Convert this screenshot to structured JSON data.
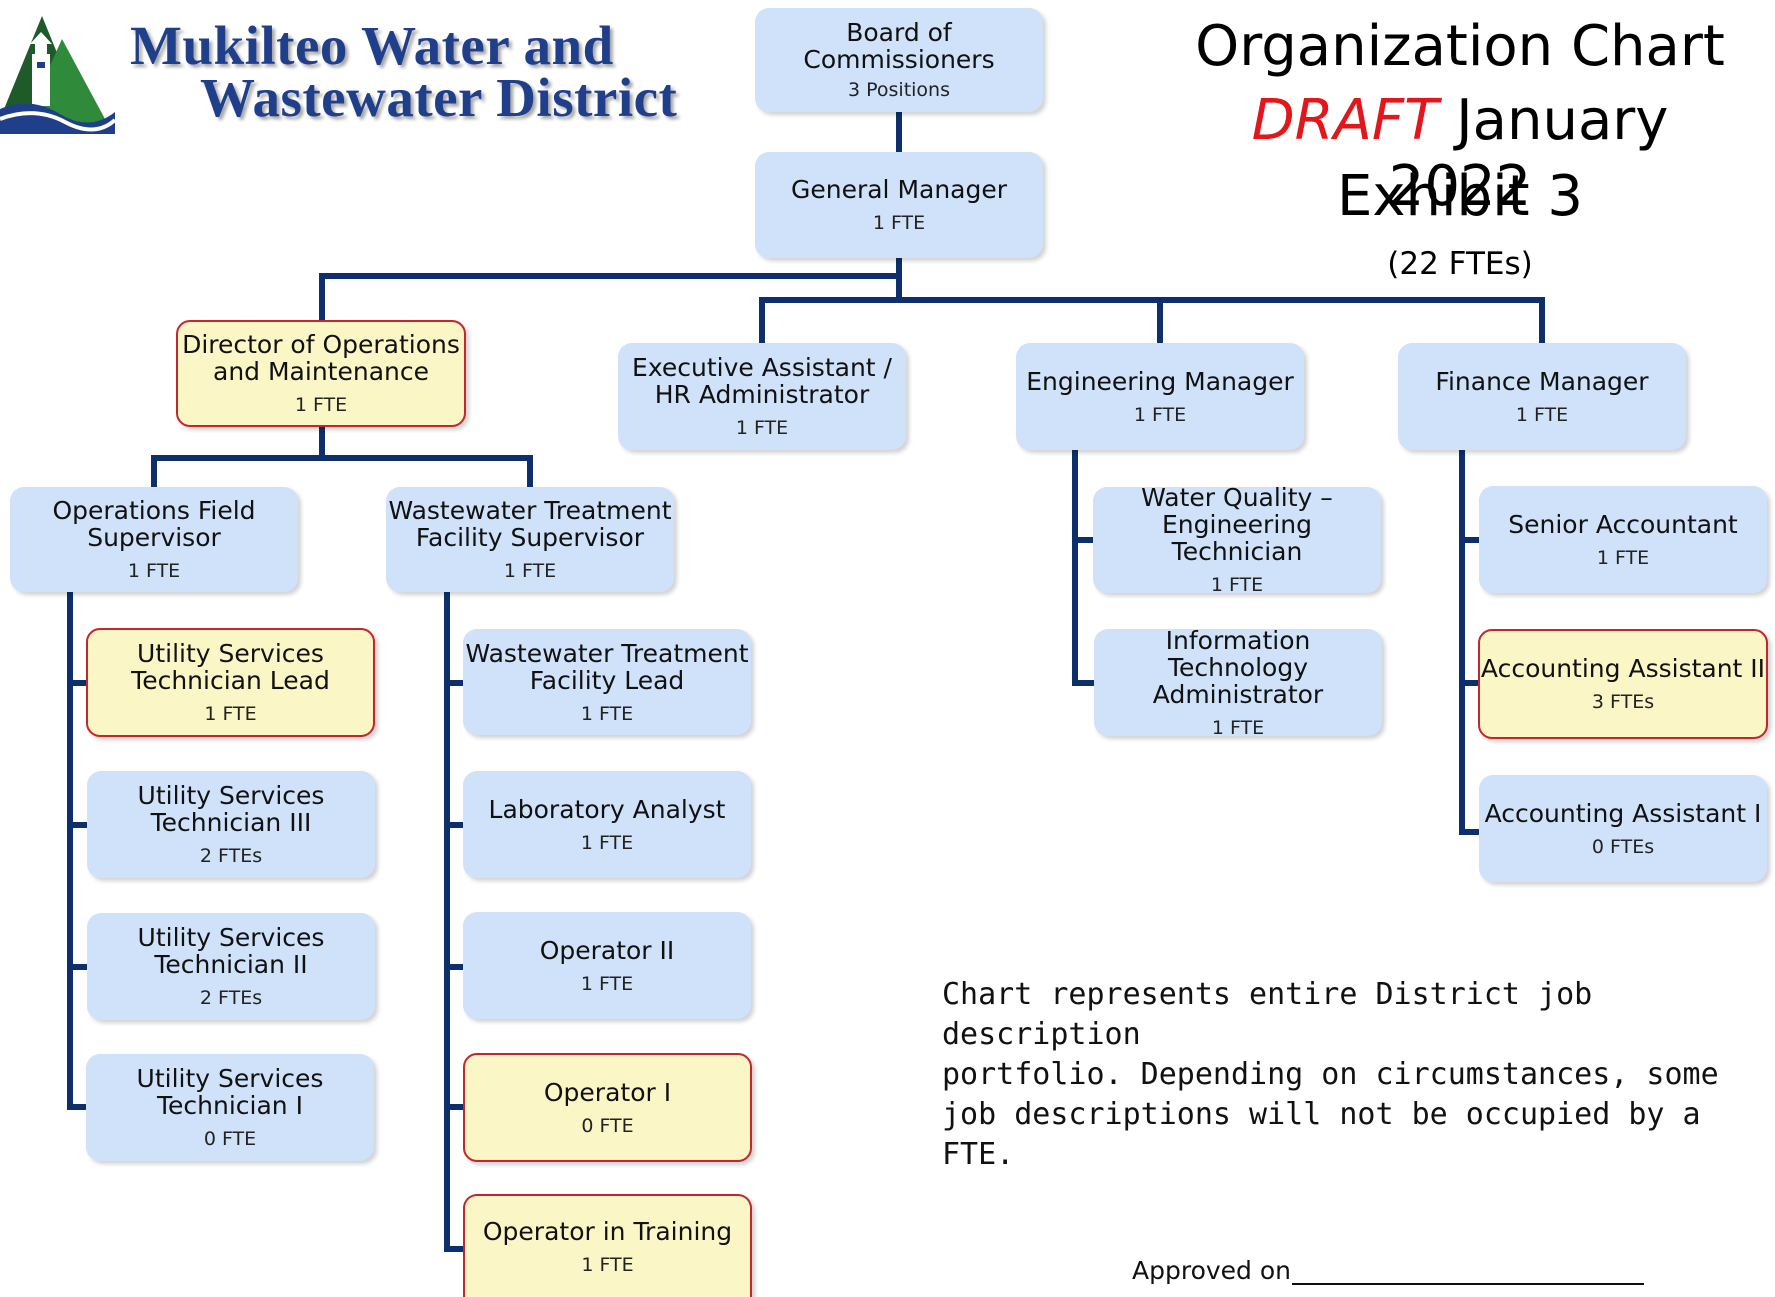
{
  "header": {
    "org_name_line1": "Mukilteo Water and",
    "org_name_line2": "Wastewater District",
    "title": "Organization Chart",
    "draft_label": "DRAFT",
    "date": "January 2022",
    "exhibit": "Exhibit 3",
    "total": "(22 FTEs)"
  },
  "colors": {
    "box_fill": "#cfe2fa",
    "highlight_fill": "#fbf6c6",
    "highlight_border": "#c2272d",
    "connector": "#0d2f6b",
    "logo_text": "#1f3f8a",
    "draft": "#e3161b"
  },
  "positions": {
    "board": {
      "title": "Board of\nCommissioners",
      "count": "3 Positions"
    },
    "gm": {
      "title": "General Manager",
      "count": "1 FTE"
    },
    "dir_ops": {
      "title": "Director of Operations\nand Maintenance",
      "count": "1 FTE"
    },
    "exec_asst": {
      "title": "Executive Assistant /\nHR Administrator",
      "count": "1 FTE"
    },
    "eng_mgr": {
      "title": "Engineering Manager",
      "count": "1 FTE"
    },
    "fin_mgr": {
      "title": "Finance Manager",
      "count": "1 FTE"
    },
    "ops_field_sup": {
      "title": "Operations Field\nSupervisor",
      "count": "1 FTE"
    },
    "wwtf_sup": {
      "title": "Wastewater Treatment\nFacility Supervisor",
      "count": "1 FTE"
    },
    "ust_lead": {
      "title": "Utility Services\nTechnician Lead",
      "count": "1 FTE"
    },
    "ust_3": {
      "title": "Utility Services\nTechnician III",
      "count": "2 FTEs"
    },
    "ust_2": {
      "title": "Utility Services\nTechnician II",
      "count": "2 FTEs"
    },
    "ust_1": {
      "title": "Utility Services\nTechnician I",
      "count": "0 FTE"
    },
    "wwtf_lead": {
      "title": "Wastewater Treatment\nFacility Lead",
      "count": "1 FTE"
    },
    "lab_analyst": {
      "title": "Laboratory Analyst",
      "count": "1 FTE"
    },
    "operator_2": {
      "title": "Operator II",
      "count": "1 FTE"
    },
    "operator_1": {
      "title": "Operator I",
      "count": "0 FTE"
    },
    "operator_training": {
      "title": "Operator in Training",
      "count": "1 FTE"
    },
    "wq_eng_tech": {
      "title": "Water Quality –\nEngineering Technician",
      "count": "1 FTE"
    },
    "it_admin": {
      "title": "Information Technology\nAdministrator",
      "count": "1 FTE"
    },
    "sr_accountant": {
      "title": "Senior Accountant",
      "count": "1 FTE"
    },
    "acct_asst_2": {
      "title": "Accounting Assistant II",
      "count": "3 FTEs"
    },
    "acct_asst_1": {
      "title": "Accounting Assistant I",
      "count": "0 FTEs"
    }
  },
  "note": {
    "line1": "Chart represents entire District job description",
    "line2": "portfolio.  Depending on circumstances, some",
    "line3": "job descriptions will not be occupied by a FTE."
  },
  "approved_label": "Approved on"
}
